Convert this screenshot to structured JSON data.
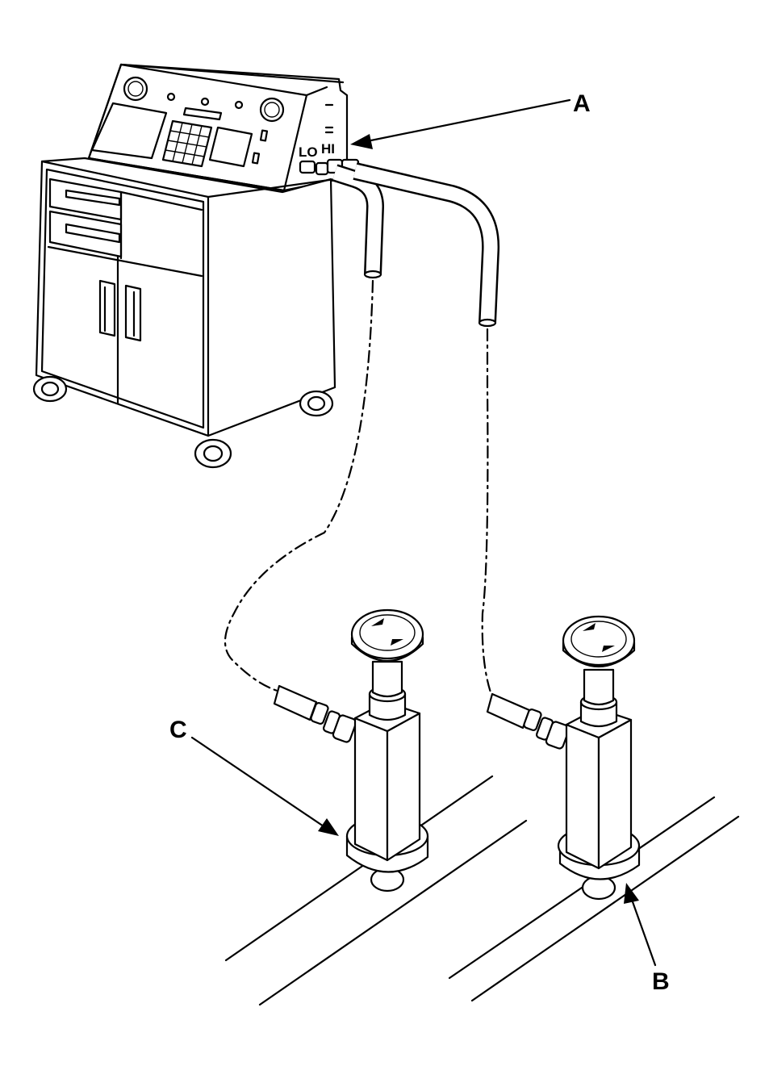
{
  "panel": {
    "port_lo_label": "LO",
    "port_hi_label": "HI"
  },
  "callouts": {
    "a": "A",
    "b": "B",
    "c": "C"
  },
  "icons": {
    "cart": "charging-station-cart",
    "hose": "service-hose",
    "valve": "service-valve"
  },
  "colors": {
    "ink": "#000000",
    "paper": "#ffffff"
  }
}
